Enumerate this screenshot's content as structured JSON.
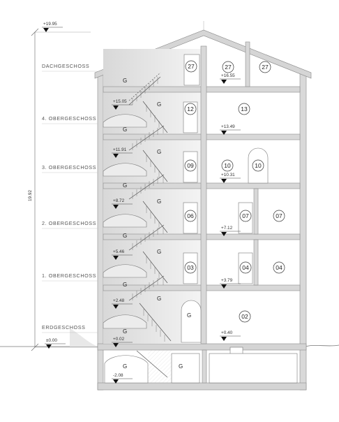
{
  "diagram": {
    "floor_labels": [
      {
        "text": "DACHGESCHOSS"
      },
      {
        "text": "4. OBERGESCHOSS"
      },
      {
        "text": "3. OBERGESCHOSS"
      },
      {
        "text": "2. OBERGESCHOSS"
      },
      {
        "text": "1. OBERGESCHOSS"
      },
      {
        "text": "ERDGESCHOSS"
      }
    ],
    "overall_dimension": "19.92",
    "top_level": "+19.95",
    "levels_stair": [
      "+15.05",
      "+11.91",
      "+8.72",
      "+5.46",
      "+2.48",
      "+0.02",
      "-2.08"
    ],
    "levels_flat": [
      "+16.55",
      "+13.49",
      "+10.31",
      "+7.12",
      "+3.79",
      "+0.40"
    ],
    "level_zero": "±0.00",
    "rooms": [
      "27",
      "27",
      "27",
      "12",
      "13",
      "09",
      "10",
      "10",
      "06",
      "07",
      "07",
      "03",
      "04",
      "04",
      "02"
    ],
    "g_labels": [
      "G",
      "G",
      "G",
      "G",
      "G",
      "G",
      "G",
      "G",
      "G",
      "G",
      "G",
      "G",
      "G",
      "G"
    ]
  }
}
